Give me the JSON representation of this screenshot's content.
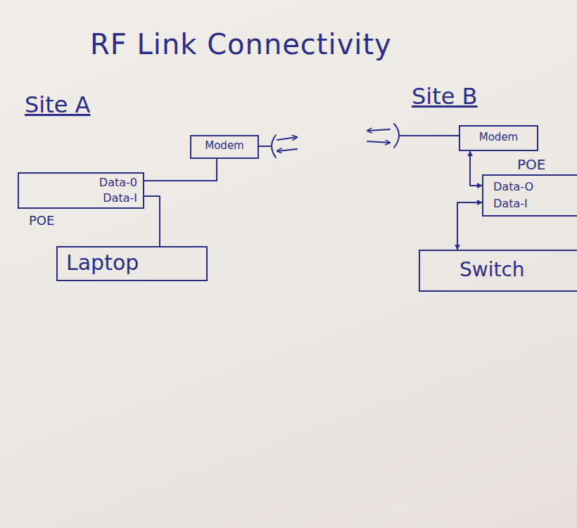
{
  "diagram": {
    "title": "RF Link Connectivity",
    "nodes": [
      {
        "text": [
          "Modem"
        ]
      },
      {
        "text": [
          "Data-0",
          "Data-I",
          "POE"
        ]
      },
      {
        "text": [
          "Laptop"
        ]
      },
      {
        "text": [
          "Modem"
        ]
      },
      {
        "text": [
          "POE",
          "Data-O",
          "Data-I"
        ]
      },
      {
        "text": [
          "Switch"
        ]
      }
    ],
    "edges": [
      {
        "from": 1,
        "to": 0,
        "arrow": "none"
      },
      {
        "from": 1,
        "to": 2,
        "arrow": "none"
      },
      {
        "from": 4,
        "to": 3,
        "arrow": "both"
      },
      {
        "from": 4,
        "to": 5,
        "arrow": "both"
      }
    ],
    "labels": [
      "Site A",
      "Site B"
    ]
  }
}
